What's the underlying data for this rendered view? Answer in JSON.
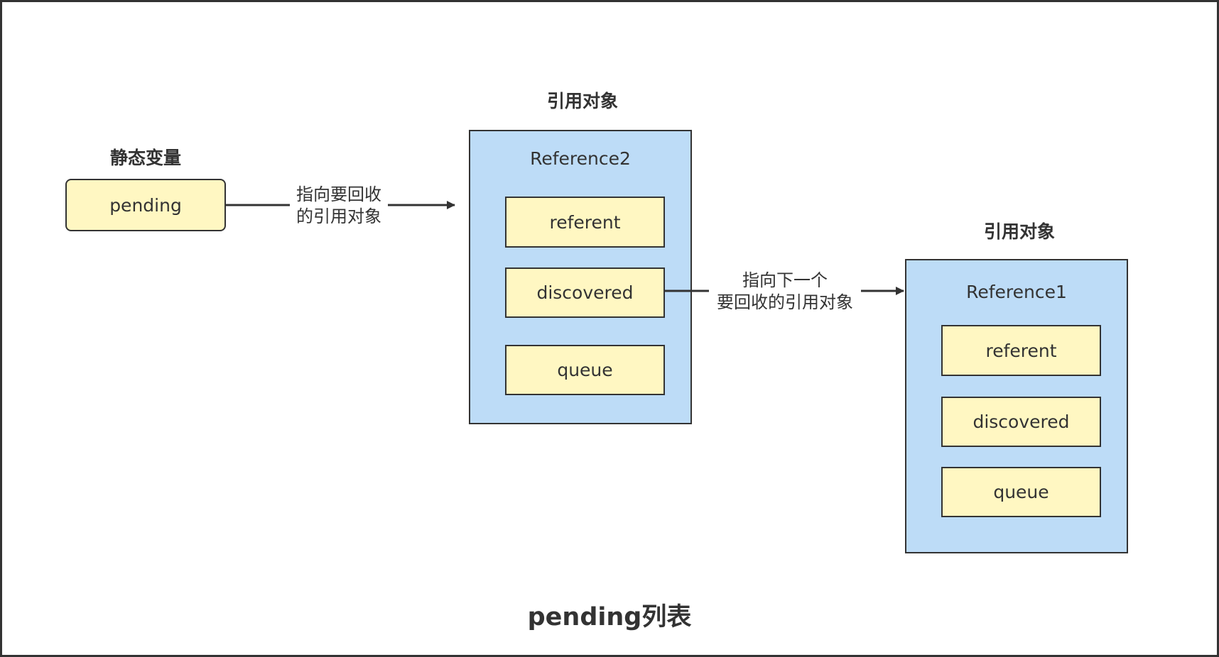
{
  "static_var": {
    "heading": "静态变量",
    "box_label": "pending"
  },
  "edge1_label": [
    "指向要回收",
    "的引用对象"
  ],
  "ref2": {
    "heading": "引用对象",
    "title": "Reference2",
    "fields": [
      "referent",
      "discovered",
      "queue"
    ]
  },
  "edge2_label": [
    "指向下一个",
    "要回收的引用对象"
  ],
  "ref1": {
    "heading": "引用对象",
    "title": "Reference1",
    "fields": [
      "referent",
      "discovered",
      "queue"
    ]
  },
  "footer_title": "pending列表",
  "colors": {
    "field_fill": "#fff7c2",
    "object_fill": "#bddcf7",
    "stroke": "#333333"
  }
}
